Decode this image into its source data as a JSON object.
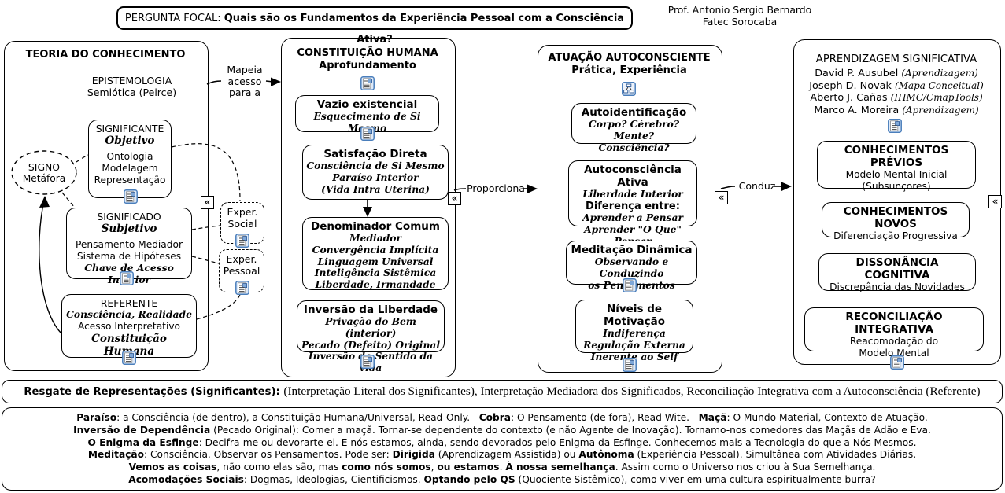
{
  "header": {
    "focal_label": "PERGUNTA FOCAL: ",
    "focal_question": "Quais são os Fundamentos da Experiência Pessoal com a Consciência Ativa?",
    "professor": "Prof. Antonio Sergio Bernardo",
    "institution": "Fatec Sorocaba"
  },
  "connectors": {
    "mapeia_l1": "Mapeia",
    "mapeia_l2": "acesso",
    "mapeia_l3": "para a",
    "proporciona": "Proporciona",
    "conduz": "Conduz",
    "chevron": "«"
  },
  "col1": {
    "title": "TEORIA DO CONHECIMENTO",
    "epist_l1": "EPISTEMOLOGIA",
    "epist_l2": "Semiótica (Peirce)",
    "signo_l1": "SIGNO",
    "signo_l2": "Metáfora",
    "significante": {
      "l1": "SIGNIFICANTE",
      "l2": "Objetivo",
      "l3": "Ontologia",
      "l4": "Modelagem",
      "l5": "Representação"
    },
    "significado": {
      "l1": "SIGNIFICADO",
      "l2": "Subjetivo",
      "l3": "Pensamento Mediador",
      "l4": "Sistema de Hipóteses",
      "l5": "Chave de Acesso Interior"
    },
    "referente": {
      "l1": "REFERENTE",
      "l2": "Consciência, Realidade",
      "l3": "Acesso Interpretativo",
      "l4": "Constituição Humana"
    }
  },
  "exper": {
    "social_l1": "Exper.",
    "social_l2": "Social",
    "pessoal_l1": "Exper.",
    "pessoal_l2": "Pessoal"
  },
  "col2": {
    "title_l1": "CONSTITUIÇÃO HUMANA",
    "title_l2": "Aprofundamento",
    "vazio": {
      "t": "Vazio existencial",
      "s1": "Esquecimento de Si Mesmo"
    },
    "satisfacao": {
      "t": "Satisfação Direta",
      "s1": "Consciência de Si Mesmo",
      "s2": "Paraíso Interior",
      "s3": "(Vida Intra Uterina)"
    },
    "denominador": {
      "t": "Denominador Comum",
      "s1": "Mediador",
      "s2": "Convergência Implícita",
      "s3": "Linguagem Universal",
      "s4": "Inteligência Sistêmica",
      "s5": "Liberdade, Irmandade"
    },
    "inversao": {
      "t": "Inversão da Liberdade",
      "s1": "Privação do Bem (interior)",
      "s2": "Pecado (Defeito) Original",
      "s3": "Inversão do Sentido da vida"
    }
  },
  "col3": {
    "title_l1": "ATUAÇÃO AUTOCONSCIENTE",
    "title_l2": "Prática, Experiência",
    "autoident": {
      "t": "Autoidentificação",
      "s1": "Corpo? Cérebro? Mente?",
      "s2": "Consciência?"
    },
    "autoconsc": {
      "t": "Autoconsciência Ativa",
      "s1": "Liberdade Interior",
      "b": "Diferença entre:",
      "s2": "Aprender a Pensar",
      "s3": "Aprender \"O Que\" Pensar"
    },
    "meditacao": {
      "t": "Meditação Dinâmica",
      "s1": "Observando e Conduzindo",
      "s2": "os Pensamentos"
    },
    "niveis": {
      "t": "Níveis de Motivação",
      "s1": "Indiferença",
      "s2": "Regulação Externa",
      "s3": "Inerente ao Self"
    }
  },
  "col4": {
    "title": "APRENDIZAGEM SIGNIFICATIVA",
    "authors": [
      {
        "name": "David P. Ausubel ",
        "note": "(Aprendizagem)"
      },
      {
        "name": "Joseph D. Novak ",
        "note": "(Mapa Conceitual)"
      },
      {
        "name": "Aberto J. Cañas ",
        "note": "(IHMC/CmapTools)"
      },
      {
        "name": "Marco A. Moreira ",
        "note": "(Aprendizagem)"
      }
    ],
    "previos": {
      "t": "CONHECIMENTOS PRÉVIOS",
      "l1": "Modelo Mental Inicial",
      "l2": "(Subsunçores)"
    },
    "novos": {
      "t": "CONHECIMENTOS NOVOS",
      "l1": "Diferenciação Progressiva"
    },
    "dissonancia": {
      "t": "DISSONÂNCIA COGNITIVA",
      "l1": "Discrepância das Novidades"
    },
    "reconciliacao": {
      "t": "RECONCILIAÇÃO INTEGRATIVA",
      "l1": "Reacomodação do",
      "l2": "Modelo Mental"
    }
  },
  "resgate_segments": [
    {
      "t": "Resgate de Representações (Significantes): ",
      "c": "sansb"
    },
    {
      "t": " (Interpretação Literal dos ",
      "c": "serif"
    },
    {
      "t": "Significantes",
      "c": "serif u"
    },
    {
      "t": "), Interpretação Mediadora dos ",
      "c": "serif"
    },
    {
      "t": "Significados",
      "c": "serif u"
    },
    {
      "t": ", Reconciliação Integrativa com a Autoconsciência (",
      "c": "serif"
    },
    {
      "t": "Referente",
      "c": "serif u"
    },
    {
      "t": ")",
      "c": "serif"
    }
  ],
  "notes_lines": [
    [
      {
        "t": "Paraíso",
        "c": "b"
      },
      {
        "t": ": a Consciência (de dentro), a Constituição Humana/Universal, Read-Only.   "
      },
      {
        "t": "Cobra",
        "c": "b"
      },
      {
        "t": ": O Pensamento (de fora), Read-Wite.   "
      },
      {
        "t": "Maçã",
        "c": "b"
      },
      {
        "t": ": O Mundo Material, Contexto de Atuação."
      }
    ],
    [
      {
        "t": "Inversão de Dependência",
        "c": "b"
      },
      {
        "t": " (Pecado Original): Comer a maçã. Tornar-se dependente do contexto (e não Agente de Inovação). Tornamo-nos comedores das Maçãs de Adão e Eva."
      }
    ],
    [
      {
        "t": "O Enigma da Esfinge",
        "c": "b"
      },
      {
        "t": ": Decifra-me ou devorarte-ei. E nós estamos, ainda, sendo devorados pelo Enigma da Esfinge. Conhecemos mais a Tecnologia do que a Nós Mesmos."
      }
    ],
    [
      {
        "t": "Meditação",
        "c": "b"
      },
      {
        "t": ": Consciência. Observar os Pensamentos. Pode ser: "
      },
      {
        "t": "Dirigida",
        "c": "b"
      },
      {
        "t": " (Aprendizagem Assistida) ou "
      },
      {
        "t": "Autônoma",
        "c": "b"
      },
      {
        "t": " (Experiência Pessoal). Simultânea com Atividades Diárias."
      }
    ],
    [
      {
        "t": "Vemos as coisas",
        "c": "b"
      },
      {
        "t": ", não como elas são, mas "
      },
      {
        "t": "como nós somos",
        "c": "b"
      },
      {
        "t": ", "
      },
      {
        "t": "ou estamos",
        "c": "b"
      },
      {
        "t": ". "
      },
      {
        "t": "À nossa semelhança",
        "c": "b"
      },
      {
        "t": ". Assim como o Universo nos criou à Sua Semelhança."
      }
    ],
    [
      {
        "t": "Acomodações Sociais",
        "c": "b"
      },
      {
        "t": ": Dogmas, Ideologias, Cientificismos. "
      },
      {
        "t": "Optando pelo QS",
        "c": "b"
      },
      {
        "t": " (Quociente Sistêmico), como viver em uma cultura espiritualmente burra?"
      }
    ]
  ]
}
